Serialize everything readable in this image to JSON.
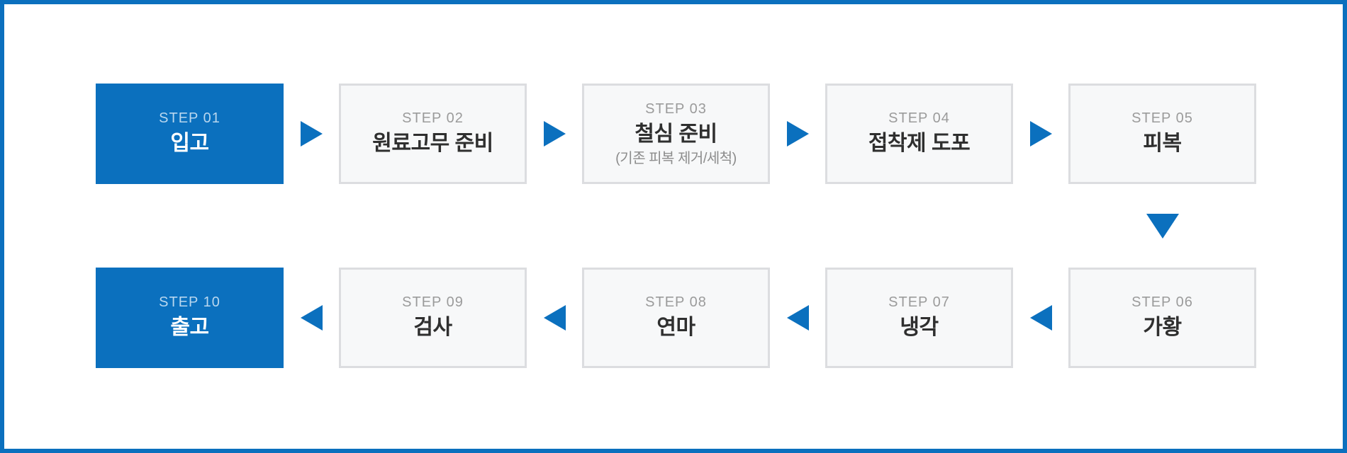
{
  "colors": {
    "accent_blue": "#0b70be",
    "page_background": "#ffffff",
    "box_background": "#f7f8f9",
    "box_border": "#dcdde0",
    "step_label": "#9b9b9b",
    "step_title": "#2f2f2f",
    "step_subtitle": "#8c8c8c",
    "highlight_label": "#b9d7ef",
    "highlight_title": "#ffffff"
  },
  "flow": {
    "steps": [
      {
        "label": "STEP 01",
        "title": "입고",
        "highlighted": true
      },
      {
        "label": "STEP 02",
        "title": "원료고무 준비",
        "highlighted": false
      },
      {
        "label": "STEP 03",
        "title": "철심 준비",
        "subtitle": "(기존 피복 제거/세척)",
        "highlighted": false
      },
      {
        "label": "STEP 04",
        "title": "접착제 도포",
        "highlighted": false
      },
      {
        "label": "STEP 05",
        "title": "피복",
        "highlighted": false
      },
      {
        "label": "STEP 06",
        "title": "가황",
        "highlighted": false
      },
      {
        "label": "STEP 07",
        "title": "냉각",
        "highlighted": false
      },
      {
        "label": "STEP 08",
        "title": "연마",
        "highlighted": false
      },
      {
        "label": "STEP 09",
        "title": "검사",
        "highlighted": false
      },
      {
        "label": "STEP 10",
        "title": "출고",
        "highlighted": true
      }
    ],
    "top_row_arrow_direction": "right",
    "row_connector_direction": "down",
    "bottom_row_arrow_direction": "left"
  }
}
